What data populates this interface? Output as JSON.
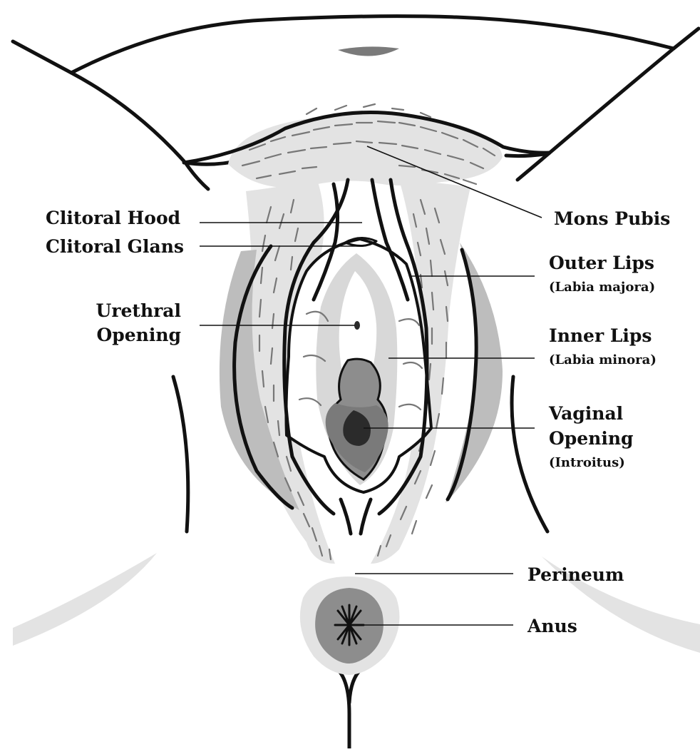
{
  "labels": {
    "clitoral_hood": "Clitoral Hood",
    "clitoral_glans": "Clitoral Glans",
    "urethral_line1": "Urethral",
    "urethral_line2": "Opening",
    "mons_pubis": "Mons Pubis",
    "outer_lips": "Outer Lips",
    "outer_lips_sub": "(Labia majora)",
    "inner_lips": "Inner Lips",
    "inner_lips_sub": "(Labia minora)",
    "vaginal_line1": "Vaginal",
    "vaginal_line2": "Opening",
    "vaginal_sub": "(Introitus)",
    "perineum": "Perineum",
    "anus": "Anus"
  },
  "colors": {
    "ink": "#111111",
    "light_shade": "#e3e3e3",
    "mid_shade": "#bdbdbd",
    "dark_shade": "#7a7a7a",
    "darkest_shade": "#2b2b2b",
    "hair": "#777777"
  }
}
